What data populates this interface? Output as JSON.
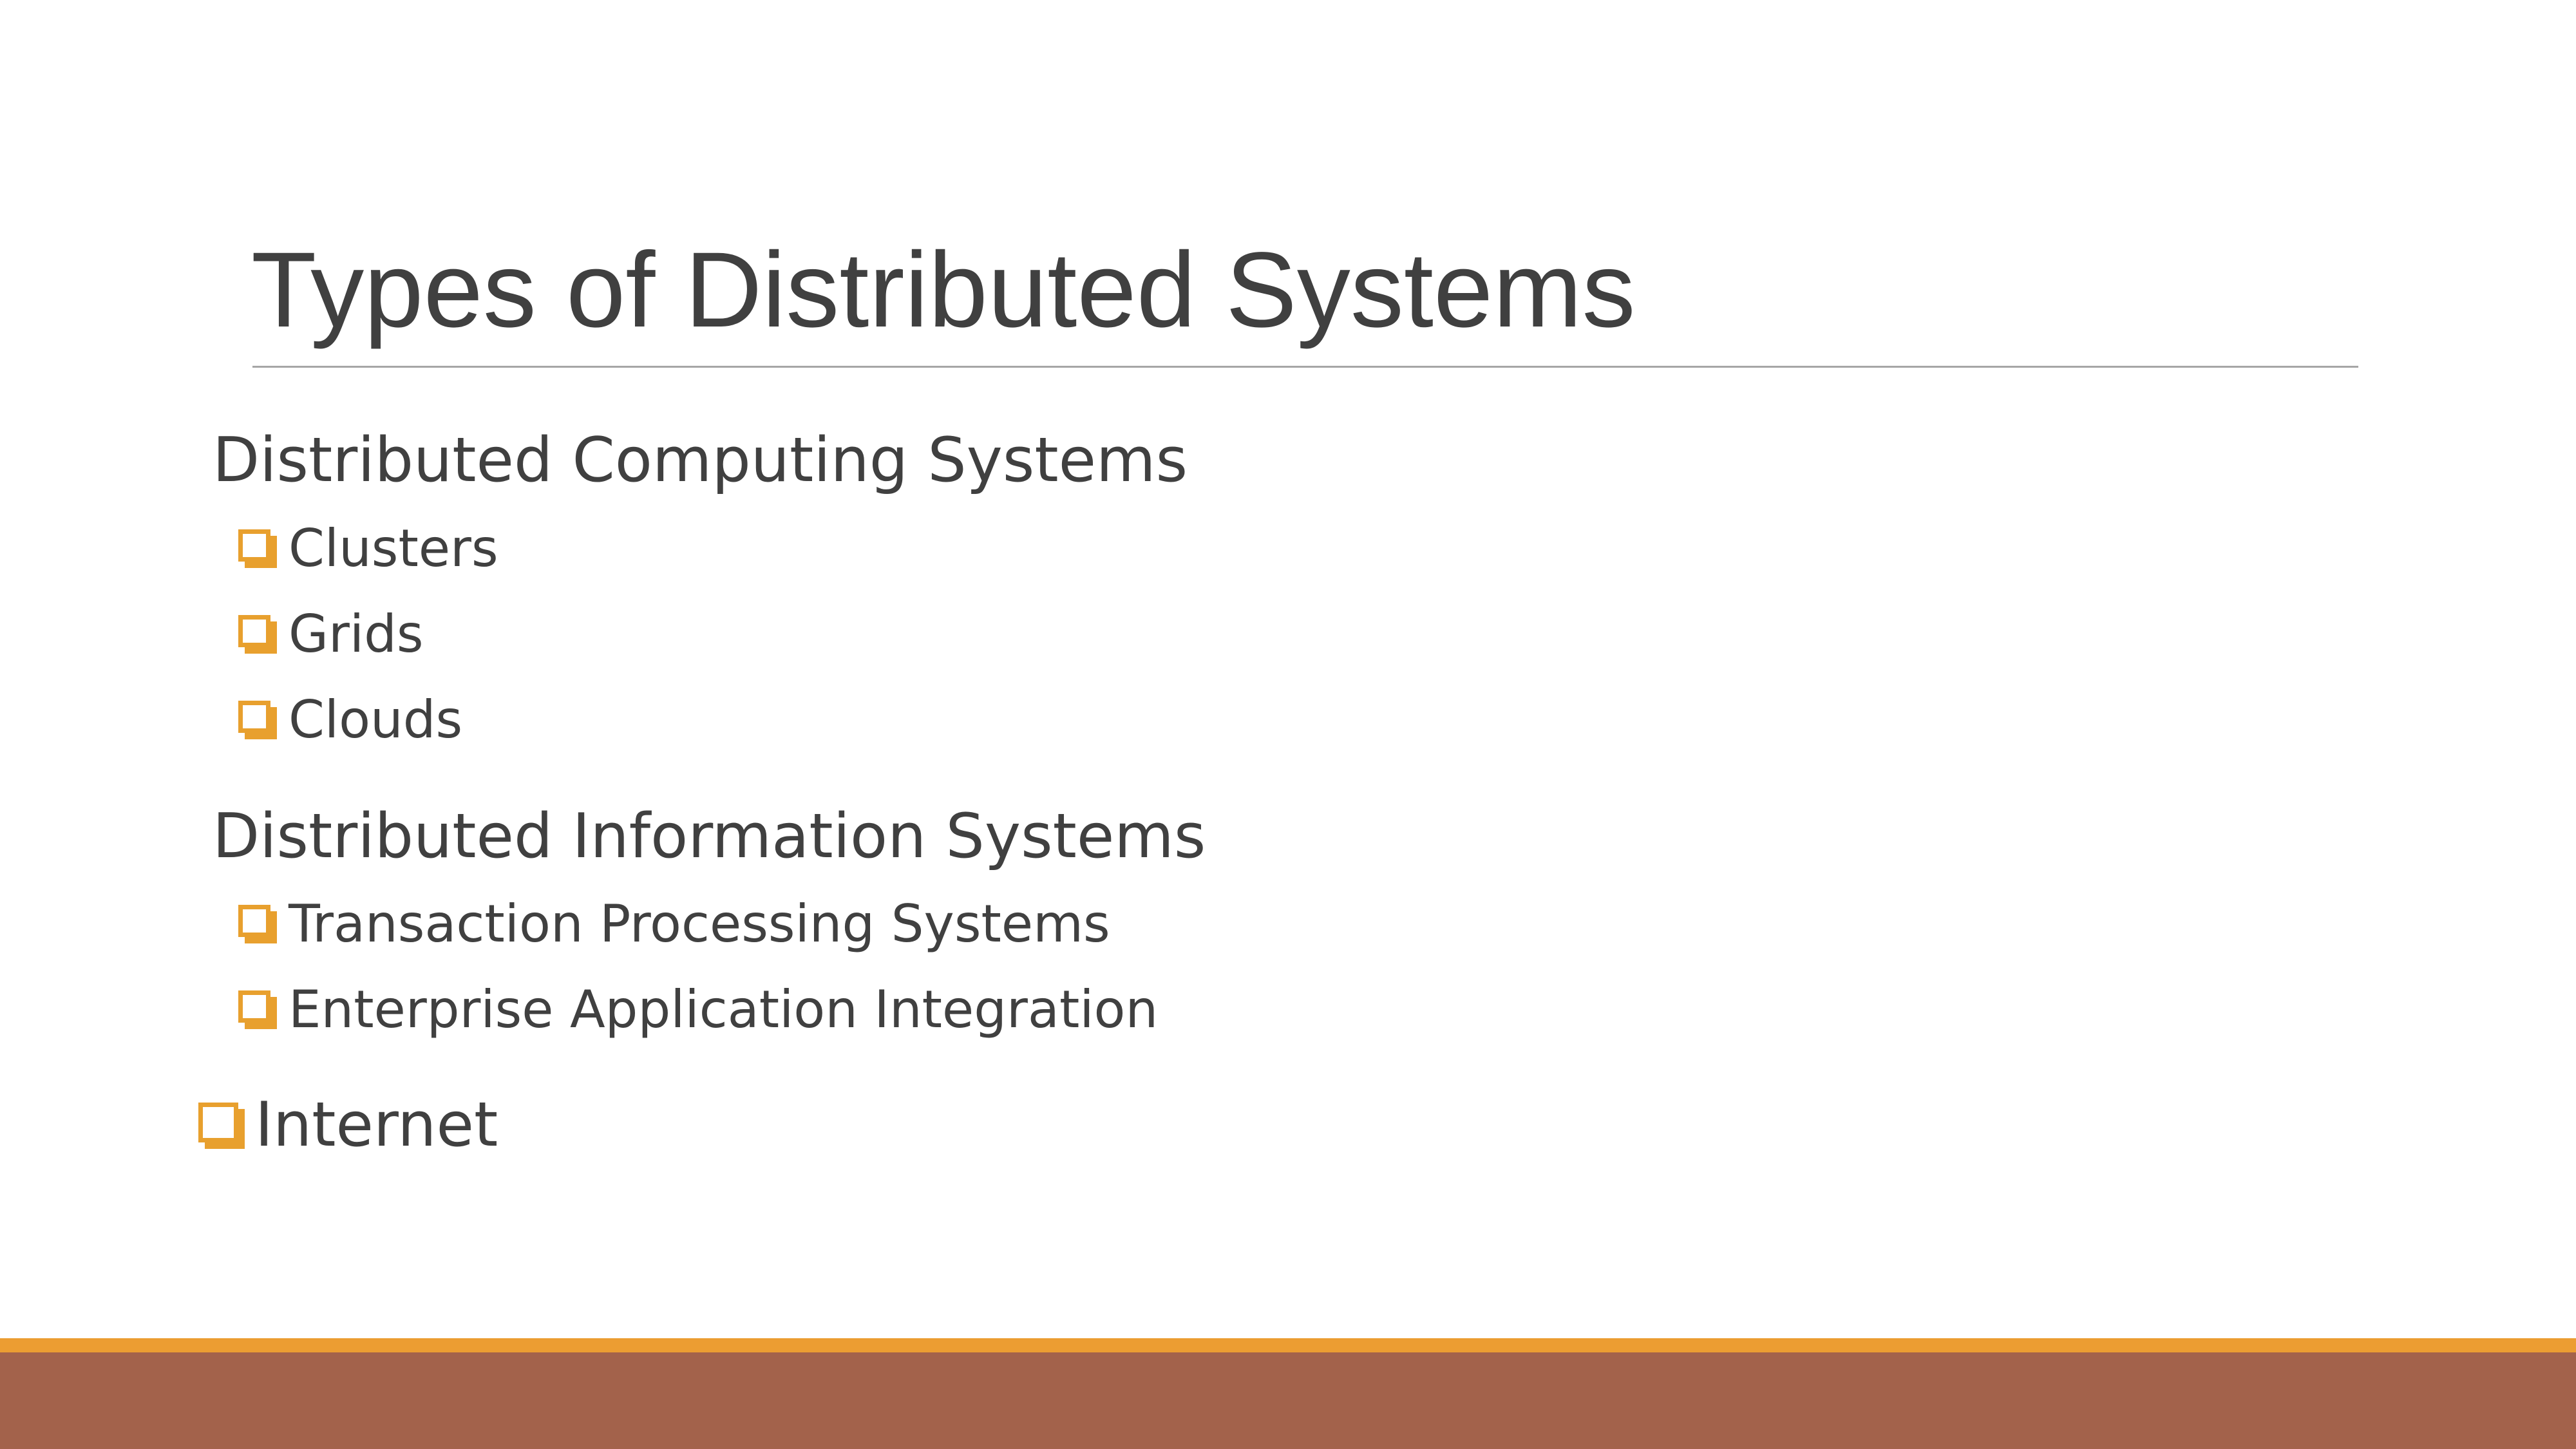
{
  "slide": {
    "title": "Types of Distributed Systems",
    "sections": [
      {
        "heading": "Distributed Computing Systems",
        "items": [
          "Clusters",
          "Grids",
          "Clouds"
        ]
      },
      {
        "heading": "Distributed Information Systems",
        "items": [
          "Transaction Processing Systems",
          "Enterprise Application Integration"
        ]
      }
    ],
    "top_item": "Internet",
    "colors": {
      "title_text": "#404040",
      "body_text": "#404040",
      "bullet_accent": "#e8a02e",
      "footer_orange": "#ec9d32",
      "footer_brown": "#a3624b",
      "rule": "#a6a6a6"
    },
    "bullet_icon": "hollow-square-bullet-icon"
  }
}
